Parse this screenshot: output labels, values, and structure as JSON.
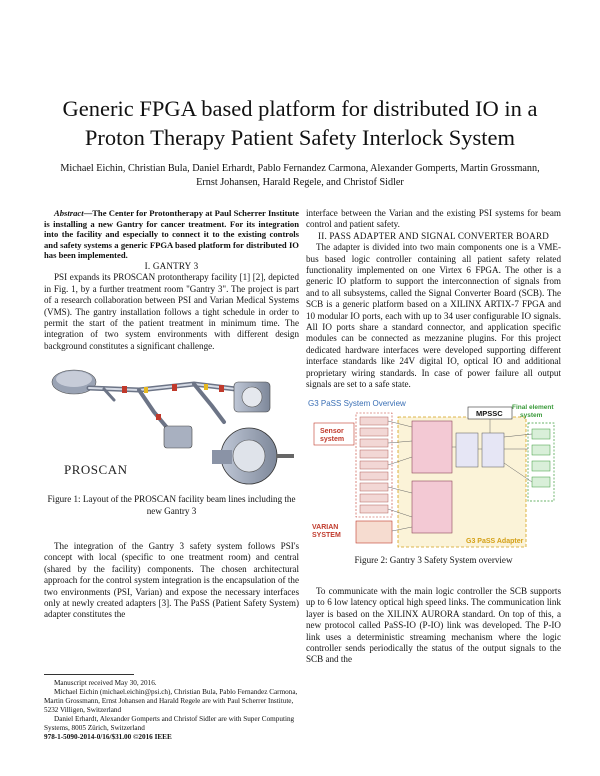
{
  "paper": {
    "title_line1": "Generic FPGA based platform for distributed IO in a",
    "title_line2": "Proton Therapy Patient Safety Interlock System",
    "authors_line1": "Michael Eichin, Christian Bula, Daniel Erhardt, Pablo Fernandez Carmona, Alexander Gomperts, Martin Grossmann,",
    "authors_line2": "Ernst Johansen, Harald Regele, and Christof Sidler",
    "abstract_head": "Abstract",
    "abstract_body": "—The Center for Protontherapy at Paul Scherrer Institute is installing a new Gantry for cancer treatment. For its integration into the facility and especially to connect it to the existing controls and safety systems a generic FPGA based platform for distributed IO has been implemented.",
    "sec1_title": "I. GANTRY 3",
    "sec1_p1": "PSI expands its PROSCAN protontherapy facility [1] [2], depicted in Fig. 1, by a further treatment room \"Gantry 3\". The project is part of a research collaboration between PSI and Varian Medical Systems (VMS). The gantry installation follows a tight schedule in order to permit the start of the patient treatment in minimum time. The integration of two system environments with different design background constitutes a significant challenge.",
    "fig1_label": "PROSCAN",
    "fig1_caption": "Figure 1: Layout of the PROSCAN facility beam lines including the new Gantry 3",
    "sec1_p2": "The integration of the Gantry 3 safety system follows PSI's concept with local (specific to one treatment room) and central (shared by the facility) components. The chosen architectural approach for the control system integration is the encapsulation of the two environments (PSI, Varian) and expose the necessary interfaces only at newly created adapters [3]. The PaSS (Patient Safety System) adapter constitutes the",
    "right_p0": "interface between the Varian and the existing PSI systems for beam control and patient safety.",
    "sec2_title": "II. PASS ADAPTER AND SIGNAL CONVERTER BOARD",
    "sec2_p1": "The adapter is divided into two main components one is a VME-bus based logic controller containing all patient safety related functionality implemented on one Virtex 6 FPGA. The other is a generic IO platform to support the interconnection of signals from and to all subsystems, called the Signal Converter Board (SCB). The SCB is a generic platform based on a XILINX ARTIX-7 FPGA and 10 modular IO ports, each with up to 34 user configurable IO signals. All IO ports share a standard connector, and application specific modules can be connected as mezzanine plugins. For this project dedicated hardware interfaces were developed supporting different interface standards like 24V digital IO, optical IO and additional proprietary wiring standards. In case of power failure all output signals are set to a safe state.",
    "fig2_title": "G3 PaSS System Overview",
    "fig2_mpssc": "MPSSC",
    "fig2_final_element": "Final element",
    "fig2_final_system": "system",
    "fig2_sensor": "Sensor",
    "fig2_sensor_system": "system",
    "fig2_varian": "VARIAN",
    "fig2_varian_system": "SYSTEM",
    "fig2_adapter": "G3 PaSS Adapter",
    "fig2_caption": "Figure 2: Gantry 3 Safety System overview",
    "sec2_p2": "To communicate with the main logic controller the SCB supports up to 6 low latency optical high speed links. The communication link layer is based on the XILINX AURORA standard. On top of this, a new protocol called PaSS-IO (P-IO) link was developed. The P-IO link uses a deterministic streaming mechanism where the logic controller sends periodically the status of the output signals to the SCB and the",
    "fn1": "Manuscript received May 30, 2016.",
    "fn2": "Michael Eichin (michael.eichin@psi.ch), Christian Bula, Pablo Fernandez Carmona, Martin Grossmann, Ernst Johansen and Harald Regele are with Paul Scherrer Institute, 5232 Villigen, Switzerland",
    "fn3": "Daniel Erhardt, Alexander Gomperts and Christof Sidler are with Super Computing Systems, 8005 Zürich, Switzerland",
    "fn4": "978-1-5090-2014-0/16/$31.00 ©2016 IEEE"
  }
}
